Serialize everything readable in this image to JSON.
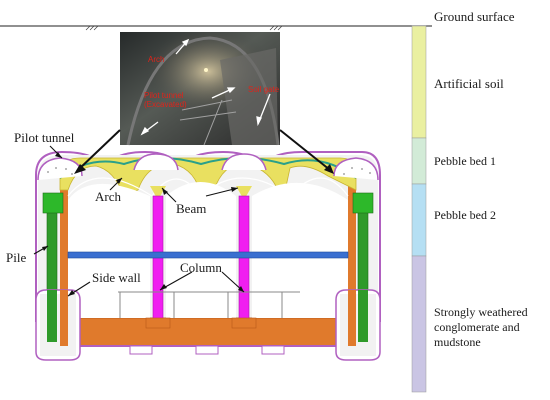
{
  "labels": {
    "ground_surface": "Ground surface",
    "pilot_tunnel": "Pilot tunnel",
    "arch": "Arch",
    "beam": "Beam",
    "pile": "Pile",
    "side_wall": "Side wall",
    "column": "Column"
  },
  "photo_labels": {
    "arch": "Arch",
    "pilot_tunnel_1": "Pilot tunnel",
    "pilot_tunnel_2": "(Excavated)",
    "soil_gate": "Soil gate"
  },
  "strata": [
    {
      "name_lines": [
        "Artificial soil"
      ],
      "color": "#eaf0a1"
    },
    {
      "name_lines": [
        "Pebble bed 1"
      ],
      "color": "#d2ebd7"
    },
    {
      "name_lines": [
        "Pebble bed 2"
      ],
      "color": "#b5dff3"
    },
    {
      "name_lines": [
        "Strongly weathered",
        "conglomerate and",
        "mudstone"
      ],
      "color": "#cac5e4"
    }
  ],
  "colors": {
    "arch_fill": "#e9e060",
    "side_wall": "#e07a2c",
    "pile": "#2f9a2a",
    "cap": "#2db82a",
    "column": "#f01ef0",
    "slab": "#3a6fd0",
    "lining": "#b060c0",
    "leader": "#111111"
  }
}
